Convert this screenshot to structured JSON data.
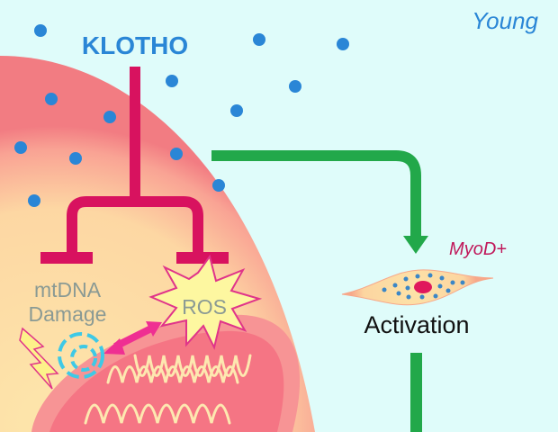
{
  "labels": {
    "klotho": "KLOTHO",
    "young": "Young",
    "mtdna_line1": "mtDNA",
    "mtdna_line2": "Damage",
    "ros": "ROS",
    "myod": "MyoD+",
    "activation": "Activation"
  },
  "colors": {
    "background": "#dffcfa",
    "klotho_blue": "#2a86d6",
    "inhibition_magenta": "#d8125f",
    "activation_green": "#22a84a",
    "cell_gradient_inner": "#fde2a8",
    "cell_gradient_outer": "#f58a8a",
    "mito_fill": "#f57f8c",
    "mito_cristae": "#fde8b0",
    "ros_star_fill": "#fdf7a0",
    "ros_star_stroke": "#e0348a",
    "mtdna_cyan": "#3ec9e6",
    "text_gray": "#8a9a94",
    "myod_magenta": "#c0185a",
    "activation_text": "#111111"
  },
  "icons": {
    "klotho_particle": "blue-dot",
    "inhibition": "t-bar-inhibition",
    "activation": "arrow",
    "ros": "starburst",
    "damage": "lightning-bolt",
    "mtdna": "dashed-circle",
    "satellite_cell": "spindle-cell"
  }
}
